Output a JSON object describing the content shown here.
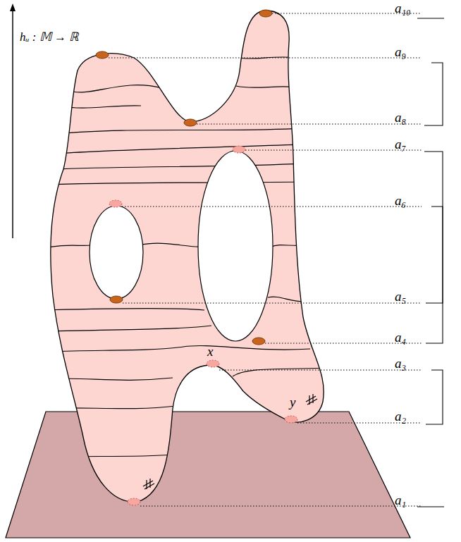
{
  "diagram": {
    "labels": [
      "hᵤ : 𝕄 → ℝ",
      "a₁₀",
      "a₉",
      "a₈",
      "a₇",
      "a₆",
      "a₅",
      "a₄",
      "a₃",
      "a₂",
      "a₁",
      "x",
      "y"
    ]
  }
}
